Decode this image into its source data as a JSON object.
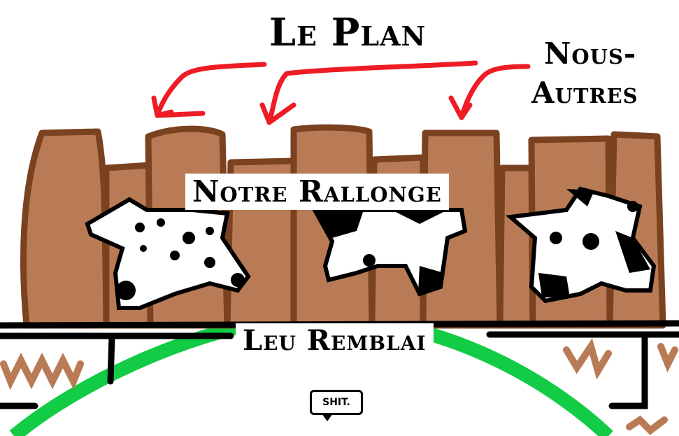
{
  "title": "Le Plan",
  "labels": {
    "us_line1": "Nous-",
    "us_line2": "Autres",
    "wall": "Notre Rallonge",
    "embankment": "Leu Remblai",
    "speech": "SHIT."
  },
  "colors": {
    "wall_fill": "#b97b56",
    "wall_outline": "#7b4220",
    "arrow": "#ee1c24",
    "hill": "#11cc44",
    "ground": "#000000"
  }
}
